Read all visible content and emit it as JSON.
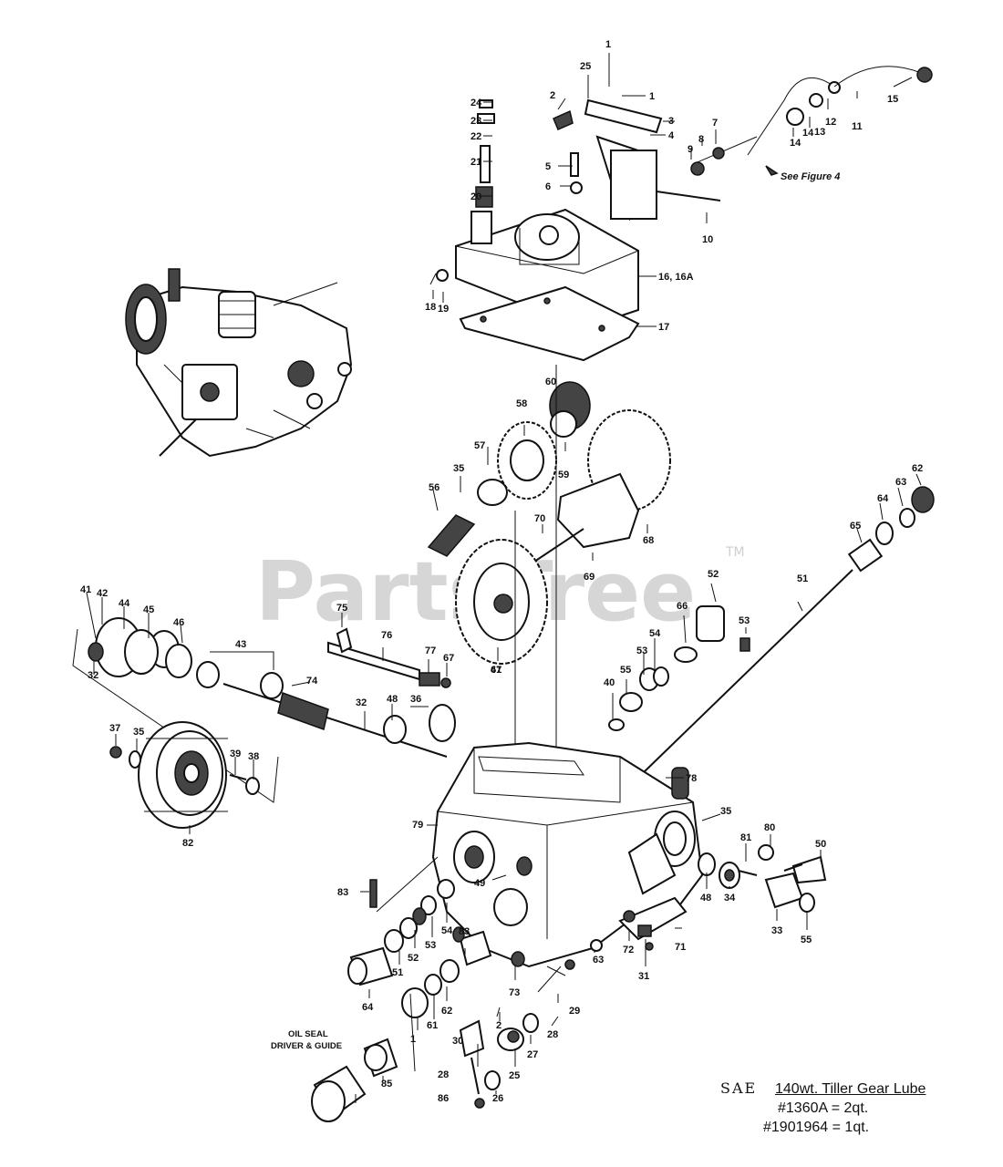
{
  "watermark": {
    "text": "PartsTree",
    "tm": "TM"
  },
  "note_figure": "See Figure 4",
  "oil_seal": [
    "OIL SEAL",
    "DRIVER & GUIDE"
  ],
  "lube": {
    "sae": "SAE",
    "title": "140wt. Tiller Gear Lube",
    "lines": [
      "#1360A = 2qt.",
      "#1901964 = 1qt."
    ]
  },
  "callouts": [
    "1",
    "25",
    "1",
    "2",
    "3",
    "4",
    "24",
    "23",
    "22",
    "21",
    "5",
    "6",
    "20",
    "7",
    "8",
    "9",
    "14",
    "14",
    "13",
    "12",
    "11",
    "15",
    "10",
    "16, 16A",
    "17",
    "18",
    "19",
    "60",
    "58",
    "57",
    "59",
    "35",
    "56",
    "70",
    "69",
    "68",
    "61",
    "62",
    "63",
    "64",
    "65",
    "51",
    "52",
    "66",
    "53",
    "54",
    "53",
    "55",
    "40",
    "41",
    "42",
    "44",
    "45",
    "46",
    "43",
    "32",
    "74",
    "75",
    "76",
    "77",
    "67",
    "47",
    "32",
    "48",
    "36",
    "37",
    "35",
    "39",
    "38",
    "82",
    "78",
    "79",
    "35",
    "81",
    "80",
    "50",
    "83",
    "49",
    "48",
    "34",
    "33",
    "55",
    "54",
    "53",
    "52",
    "51",
    "64",
    "83",
    "73",
    "72",
    "71",
    "31",
    "63",
    "62",
    "61",
    "1",
    "2",
    "30",
    "29",
    "28",
    "27",
    "25",
    "28",
    "26",
    "86",
    "85"
  ]
}
